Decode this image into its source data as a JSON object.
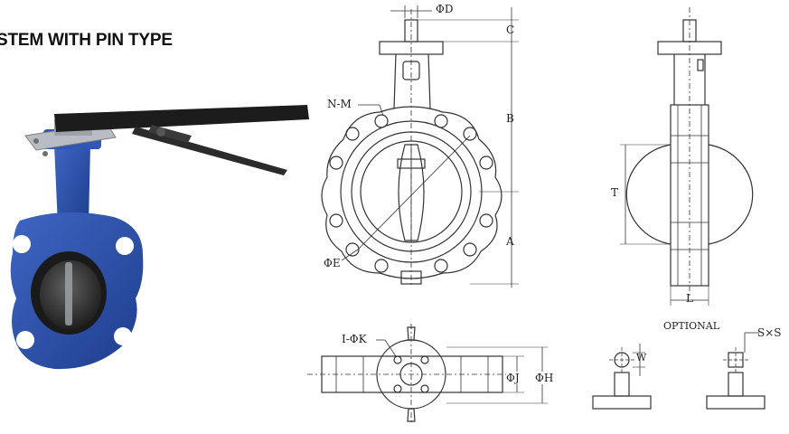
{
  "title": "STEM WITH PIN TYPE",
  "labels": {
    "phi_d": "ΦD",
    "c": "C",
    "b": "B",
    "a": "A",
    "n_m": "N-M",
    "phi_e": "ΦE",
    "t": "T",
    "l": "L",
    "i_phi_k": "I-ΦK",
    "phi_j": "ΦJ",
    "phi_h": "ΦH",
    "optional": "OPTIONAL",
    "w": "W",
    "s_x_s": "S×S"
  },
  "colors": {
    "valve_body": "#2a4fa8",
    "handle": "#1c1c1c",
    "disc": "#2b2b2b",
    "line": "#333333"
  }
}
